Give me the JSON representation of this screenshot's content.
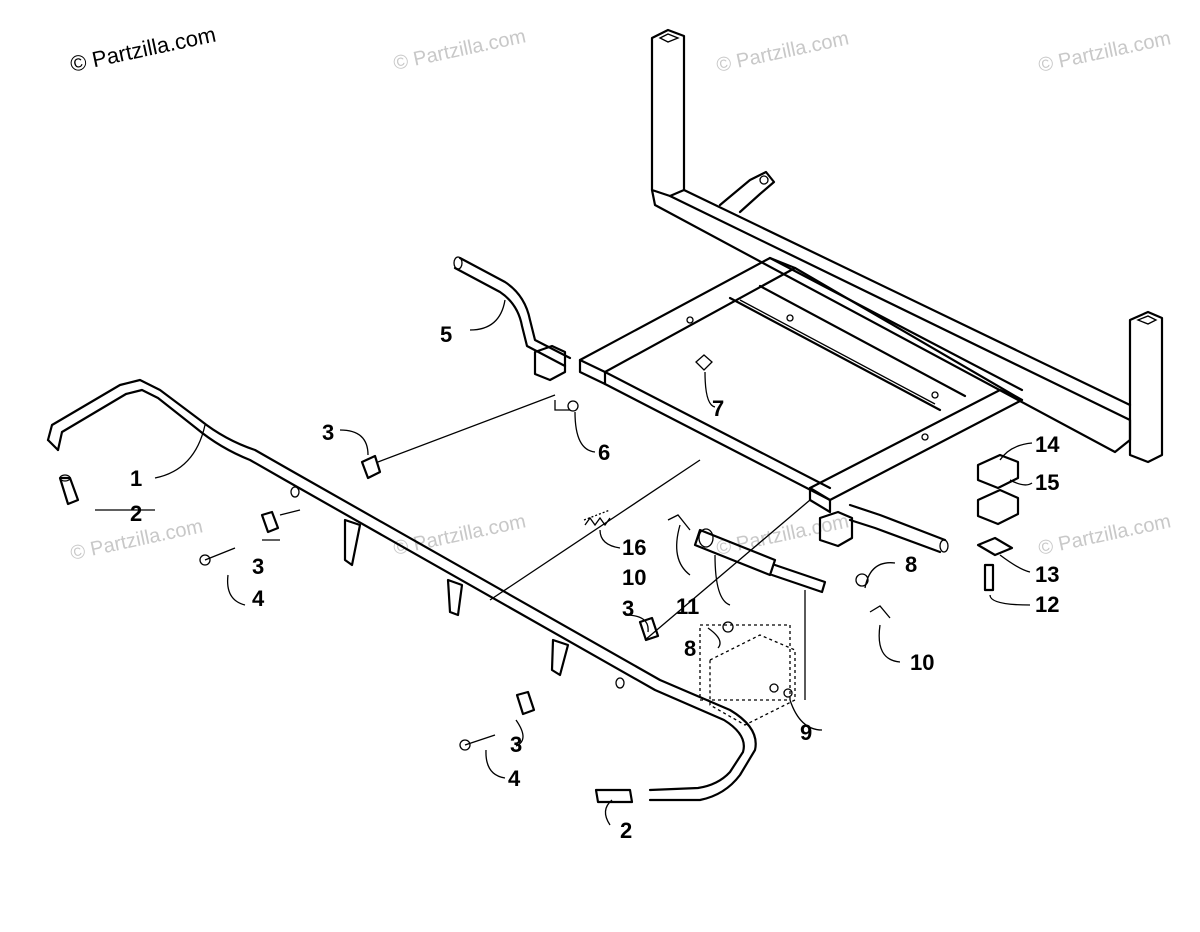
{
  "watermark_main": "© Partzilla.com",
  "watermark_faint": "© Partzilla.com",
  "callouts": [
    "1",
    "2",
    "3",
    "4",
    "5",
    "6",
    "7",
    "8",
    "9",
    "10",
    "11",
    "12",
    "13",
    "14",
    "15",
    "16"
  ],
  "labels": [
    {
      "id": "1",
      "text": "1"
    },
    {
      "id": "2",
      "text": "2"
    },
    {
      "id": "2b",
      "text": "2"
    },
    {
      "id": "3a",
      "text": "3"
    },
    {
      "id": "3b",
      "text": "3"
    },
    {
      "id": "3c",
      "text": "3"
    },
    {
      "id": "3d",
      "text": "3"
    },
    {
      "id": "4a",
      "text": "4"
    },
    {
      "id": "4b",
      "text": "4"
    },
    {
      "id": "5",
      "text": "5"
    },
    {
      "id": "6",
      "text": "6"
    },
    {
      "id": "7",
      "text": "7"
    },
    {
      "id": "8a",
      "text": "8"
    },
    {
      "id": "8b",
      "text": "8"
    },
    {
      "id": "9",
      "text": "9"
    },
    {
      "id": "10a",
      "text": "10"
    },
    {
      "id": "10b",
      "text": "10"
    },
    {
      "id": "11",
      "text": "11"
    },
    {
      "id": "12",
      "text": "12"
    },
    {
      "id": "13",
      "text": "13"
    },
    {
      "id": "14",
      "text": "14"
    },
    {
      "id": "15",
      "text": "15"
    },
    {
      "id": "16",
      "text": "16"
    }
  ]
}
